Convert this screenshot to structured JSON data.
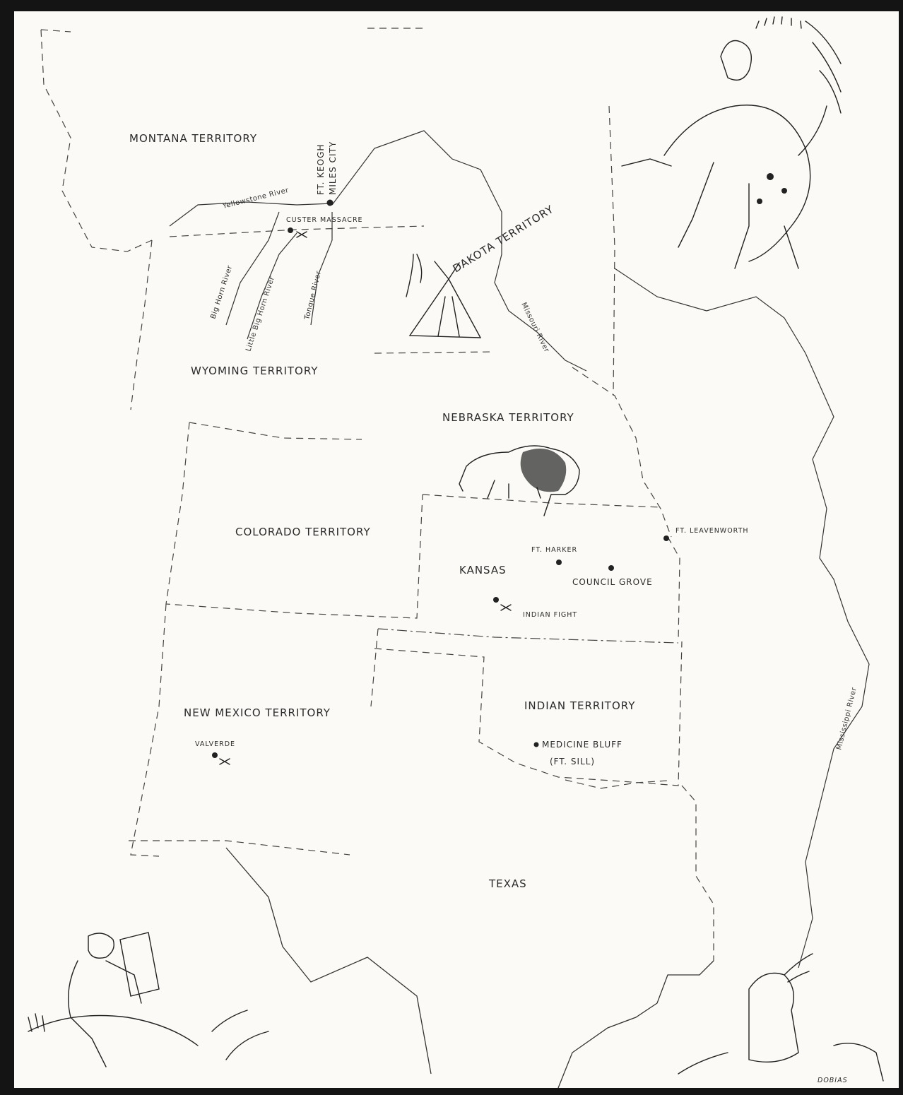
{
  "regions": {
    "montana": "MONTANA TERRITORY",
    "dakota": "DAKOTA TERRITORY",
    "wyoming": "WYOMING TERRITORY",
    "nebraska": "NEBRASKA TERRITORY",
    "colorado": "COLORADO TERRITORY",
    "kansas": "KANSAS",
    "new_mexico": "NEW MEXICO TERRITORY",
    "indian": "INDIAN TERRITORY",
    "texas": "TEXAS"
  },
  "places": {
    "ft_keogh": "FT. KEOGH",
    "miles_city": "MILES CITY",
    "custer_massacre": "CUSTER MASSACRE",
    "ft_leavenworth": "FT. LEAVENWORTH",
    "ft_harker": "FT. HARKER",
    "council_grove": "COUNCIL GROVE",
    "indian_fight": "INDIAN FIGHT",
    "valverde": "VALVERDE",
    "medicine_bluff": "MEDICINE BLUFF",
    "ft_sill": "(FT. SILL)"
  },
  "rivers": {
    "yellowstone": "Yellowstone River",
    "big_horn": "Big Horn River",
    "little_big_horn": "Little Big Horn River",
    "tongue": "Tongue River",
    "missouri": "Missouri River",
    "mississippi": "Mississippi River"
  },
  "signature": "DOBIAS",
  "colors": {
    "paper": "#fbfaf6",
    "ink": "#2a2a2a",
    "frame": "#141414"
  },
  "illustrations": [
    "mounted-warrior-illustration",
    "tipi-illustration",
    "buffalo-illustration",
    "sketching-artist-illustration",
    "seated-chief-illustration"
  ]
}
